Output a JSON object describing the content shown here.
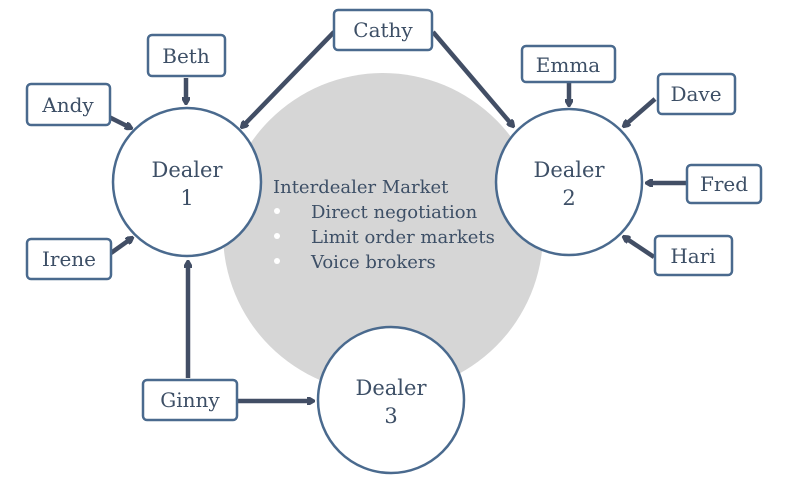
{
  "colors": {
    "box_stroke": "#4a6a8e",
    "arrow": "#424e65",
    "text": "#3d4f66",
    "market_fill": "#d6d6d6",
    "bullet": "#ffffff"
  },
  "market": {
    "title": "Interdealer Market",
    "items": [
      "Direct negotiation",
      "Limit order markets",
      "Voice brokers"
    ]
  },
  "dealers": {
    "d1": {
      "line1": "Dealer",
      "line2": "1"
    },
    "d2": {
      "line1": "Dealer",
      "line2": "2"
    },
    "d3": {
      "line1": "Dealer",
      "line2": "3"
    }
  },
  "people": {
    "beth": "Beth",
    "andy": "Andy",
    "irene": "Irene",
    "cathy": "Cathy",
    "emma": "Emma",
    "dave": "Dave",
    "fred": "Fred",
    "hari": "Hari",
    "ginny": "Ginny"
  }
}
